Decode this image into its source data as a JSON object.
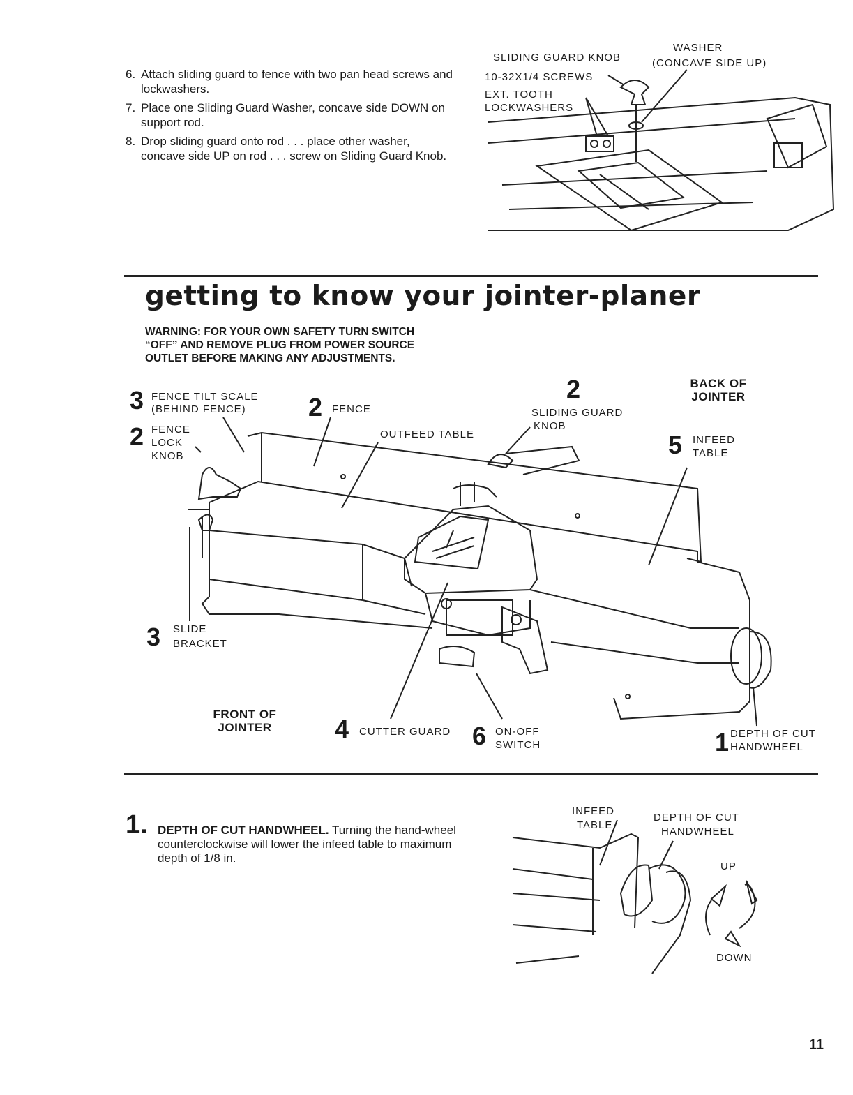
{
  "steps": [
    {
      "num": "6.",
      "text": "Attach sliding guard to fence with two pan head screws and lockwashers."
    },
    {
      "num": "7.",
      "text": "Place one Sliding Guard Washer, concave side DOWN on support rod."
    },
    {
      "num": "8.",
      "text": "Drop sliding guard onto rod . . . place other washer, concave side UP on rod . . . screw on Sliding Guard Knob."
    }
  ],
  "top_figure": {
    "labels": {
      "washer_line1": "WASHER",
      "washer_line2": "(CONCAVE SIDE UP)",
      "sliding_guard_knob": "SLIDING GUARD KNOB",
      "screws": "10-32x1/4 SCREWS",
      "ext_tooth": "EXT. TOOTH",
      "lockwashers": "LOCKWASHERS"
    }
  },
  "section": {
    "heading": "getting to know your jointer-planer",
    "warning_line1": "WARNING: FOR YOUR OWN SAFETY TURN SWITCH",
    "warning_line2": "“OFF” AND REMOVE PLUG FROM POWER SOURCE",
    "warning_line3": "OUTLET BEFORE MAKING ANY ADJUSTMENTS."
  },
  "main_figure": {
    "labels": {
      "fence_tilt_num": "3",
      "fence_tilt_1": "FENCE TILT SCALE",
      "fence_tilt_2": "(BEHIND FENCE)",
      "fence_num": "2",
      "fence": "FENCE",
      "lock_num": "2",
      "lock_1": "FENCE",
      "lock_2": "LOCK",
      "lock_3": "KNOB",
      "outfeed": "OUTFEED TABLE",
      "sg_num": "2",
      "sg_1": "SLIDING GUARD",
      "sg_2": "KNOB",
      "back_1": "BACK OF",
      "back_2": "JOINTER",
      "infeed_num": "5",
      "infeed_1": "INFEED",
      "infeed_2": "TABLE",
      "slide_num": "3",
      "slide_1": "SLIDE",
      "slide_2": "BRACKET",
      "front_1": "FRONT OF",
      "front_2": "JOINTER",
      "cutter_num": "4",
      "cutter": "CUTTER GUARD",
      "switch_num": "6",
      "switch_1": "ON-OFF",
      "switch_2": "SWITCH",
      "hw_num": "1",
      "hw_1": "DEPTH OF CUT",
      "hw_2": "HANDWHEEL"
    }
  },
  "item1": {
    "num": "1.",
    "bold": "DEPTH OF CUT HANDWHEEL.",
    "text": " Turning the hand-wheel counterclockwise will lower the infeed table to maximum depth of 1/8 in."
  },
  "bottom_figure": {
    "labels": {
      "infeed_1": "INFEED",
      "infeed_2": "TABLE",
      "doc_1": "DEPTH OF CUT",
      "doc_2": "HANDWHEEL",
      "up": "UP",
      "down": "DOWN"
    }
  },
  "page_number": "11"
}
